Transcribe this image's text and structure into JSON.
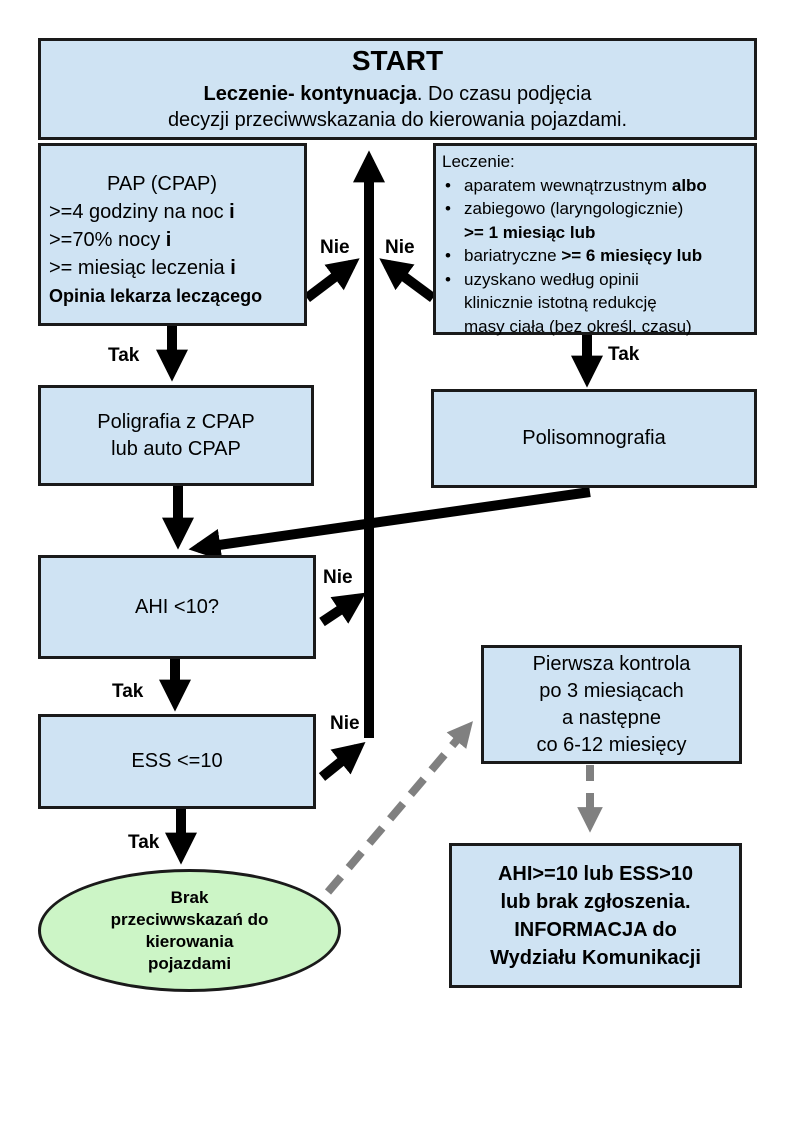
{
  "start": {
    "title": "START",
    "line1_bold": "Leczenie- kontynuacja",
    "line1_rest": ". Do czasu podjęcia",
    "line2": "decyzji przeciwwskazania do kierowania pojazdami."
  },
  "pap": {
    "l1": "PAP (CPAP)",
    "l2": ">=4 godziny na noc ",
    "l2b": "i",
    "l3": ">=70% nocy ",
    "l3b": "i",
    "l4": ">= miesiąc leczenia ",
    "l4b": "i",
    "l5b": "Opinia lekarza leczącego"
  },
  "treatment": {
    "header": "Leczenie:",
    "i1": "aparatem wewnątrzustnym ",
    "i1b": "albo",
    "i2": "zabiegowo (laryngologicznie)",
    "i2b": ">= 1 miesiąc lub",
    "i3": "bariatryczne ",
    "i3b": ">= 6 miesięcy lub",
    "i4a": "uzyskano według opinii",
    "i4b": "klinicznie istotną redukcję",
    "i4c": "masy ciała (bez określ. czasu)"
  },
  "poly": {
    "l1": "Poligrafia z CPAP",
    "l2": "lub auto CPAP"
  },
  "psg": {
    "l1": "Polisomnografia"
  },
  "ahi": {
    "l1": "AHI <10?"
  },
  "ess": {
    "l1": "ESS <=10"
  },
  "control": {
    "l1": "Pierwsza kontrola",
    "l2": "po 3 miesiącach",
    "l3": "a następne",
    "l4": "co 6-12 miesięcy"
  },
  "noContra": {
    "l1": "Brak",
    "l2": "przeciwwskazań do",
    "l3": "kierowania",
    "l4": "pojazdami"
  },
  "info": {
    "l1": "AHI>=10 lub ESS>10",
    "l2": "lub brak zgłoszenia.",
    "l3": "INFORMACJA do",
    "l4": "Wydziału Komunikacji"
  },
  "labels": {
    "yes": "Tak",
    "no": "Nie"
  },
  "colors": {
    "box": "#cfe3f3",
    "oval": "#ccf5c6",
    "arrow": "#000000",
    "dashed": "#808080"
  }
}
